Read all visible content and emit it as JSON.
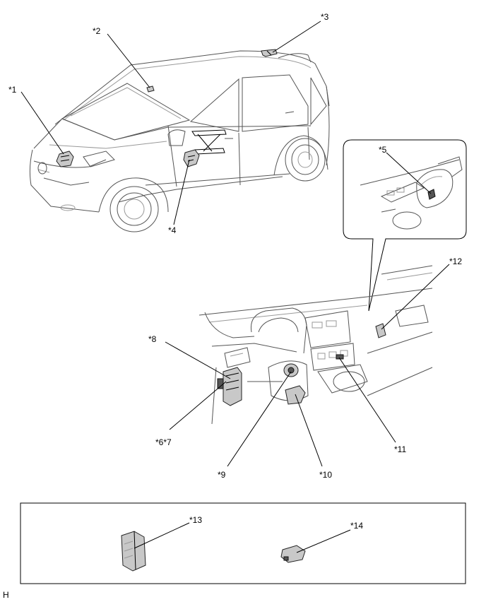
{
  "callouts": {
    "c1": "*1",
    "c2": "*2",
    "c3": "*3",
    "c4": "*4",
    "c5": "*5",
    "c67": "*6*7",
    "c8": "*8",
    "c9": "*9",
    "c10": "*10",
    "c11": "*11",
    "c12": "*12",
    "c13": "*13",
    "c14": "*14"
  },
  "corner_letter": "H"
}
